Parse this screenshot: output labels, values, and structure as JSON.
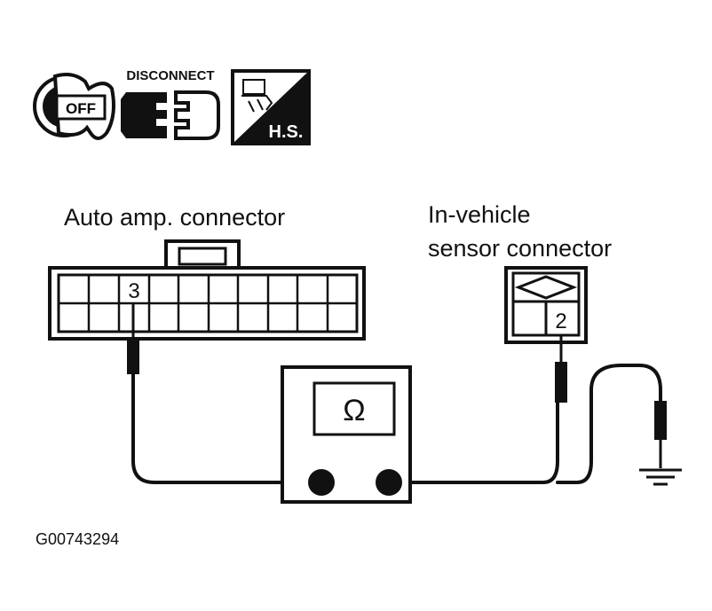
{
  "icons": {
    "ignition_label": "OFF",
    "disconnect_label": "DISCONNECT",
    "hs_label": "H.S."
  },
  "auto_amp_connector": {
    "title": "Auto amp. connector",
    "pin_label": "3"
  },
  "in_vehicle_sensor_connector": {
    "title_line1": "In-vehicle",
    "title_line2": "sensor connector",
    "pin_label": "2"
  },
  "meter": {
    "symbol": "Ω"
  },
  "figure_id": "G00743294"
}
